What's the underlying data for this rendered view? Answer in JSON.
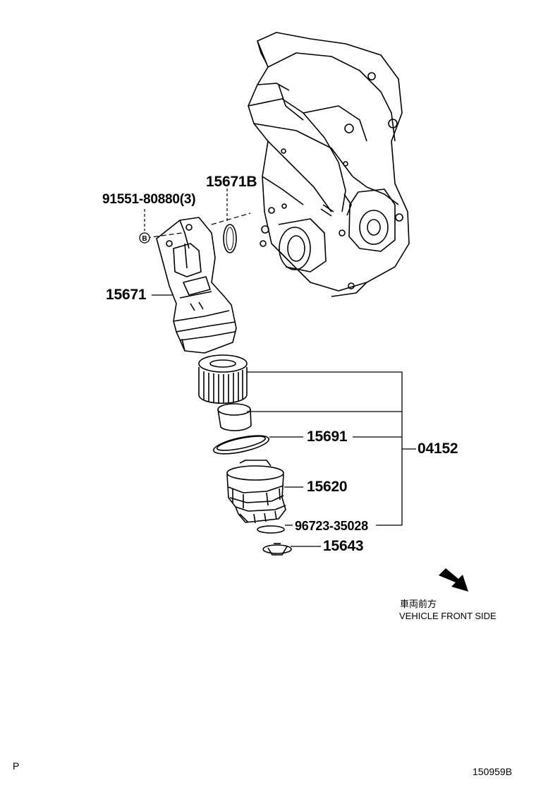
{
  "labels": {
    "bolt": "91551-80880(3)",
    "oring_b": "15671B",
    "bracket": "15671",
    "gasket": "15691",
    "assembly": "04152",
    "cap": "15620",
    "oring_small": "96723-35028",
    "plug": "15643"
  },
  "bubble_letter": "B",
  "direction_note": {
    "japanese": "車両前方",
    "english": "VEHICLE FRONT SIDE"
  },
  "corner_left": "P",
  "drawing_number": "150959B"
}
